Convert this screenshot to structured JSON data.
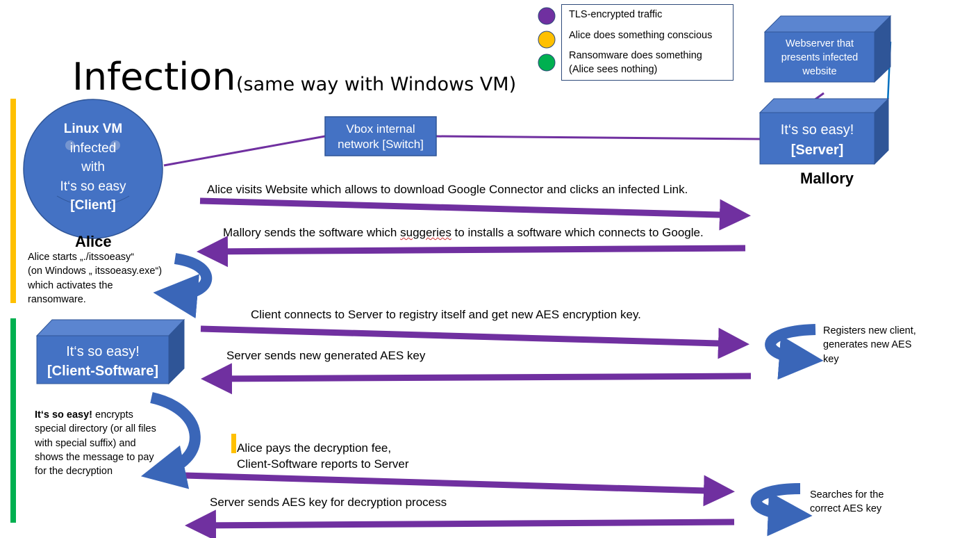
{
  "title": "Infection",
  "subtitle": "(same way with Windows VM)",
  "legend": [
    {
      "label": "TLS-encrypted traffic",
      "color": "#7030a0"
    },
    {
      "label": "Alice does something conscious",
      "color": "#ffc000"
    },
    {
      "label": "Ransomware does something",
      "label2": "(Alice sees nothing)",
      "color": "#00b050"
    }
  ],
  "client_vm": {
    "line1": "Linux VM",
    "line2": "infected",
    "line3": "with",
    "line4": "It‘s so easy",
    "line5": "[Client]"
  },
  "alice_name": "Alice",
  "switch_box": {
    "line1": "Vbox internal",
    "line2": "network [Switch]"
  },
  "server_box": {
    "line1": "It‘s so easy!",
    "line2": "[Server]"
  },
  "webserver_box": {
    "line1": "Webserver that",
    "line2": "presents infected",
    "line3": "website"
  },
  "mallory_name": "Mallory",
  "client_software_box": {
    "line1": "It‘s so easy!",
    "line2": "[Client-Software]"
  },
  "messages": {
    "visit": "Alice visits Website which allows to download Google Connector and clicks an infected Link.",
    "send_software_a": "Mallory sends the software which ",
    "send_software_typo": "suggeries",
    "send_software_b": " to installs a software which connects to Google.",
    "connect": "Client connects to Server to registry itself and get new AES encryption key.",
    "send_key": "Server sends new generated AES key",
    "pays_1": "Alice pays the decryption fee,",
    "pays_2": "Client-Software reports to Server",
    "send_decrypt_key": "Server sends AES key for decryption process"
  },
  "notes": {
    "alice_starts": [
      "Alice starts „./itssoeasy“",
      "(on Windows „ itssoeasy.exe“)",
      "which activates the",
      "ransomware."
    ],
    "encrypts_bold": "It‘s so easy!",
    "encrypts_rest": " encrypts",
    "encrypts_lines": [
      "special directory (or all files",
      "with special suffix) and",
      "shows the message to pay",
      "for the decryption"
    ],
    "registers": [
      "Registers new client,",
      "generates new AES",
      "key"
    ],
    "searches": [
      "Searches for the",
      "correct AES key"
    ]
  },
  "colors": {
    "purple": "#7030a0",
    "yellow": "#ffc000",
    "green": "#00b050",
    "blue": "#4472c4",
    "dark_blue": "#2f5597",
    "line_blue": "#0070c0"
  }
}
